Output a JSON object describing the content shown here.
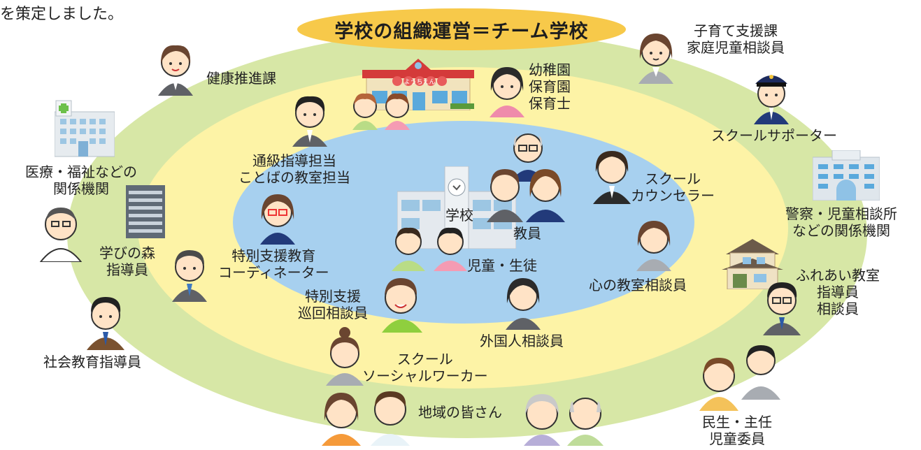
{
  "header": {
    "corner_text": "を策定しました。",
    "title": "学校の組織運営＝チーム学校"
  },
  "colors": {
    "outer_ring": "#d7e7a6",
    "middle_ring": "#fdf3a6",
    "inner": "#a7d0ef",
    "title_bg": "#f7c94a"
  },
  "center": {
    "school": "学校",
    "teachers": "教員",
    "students": "児童・生徒"
  },
  "labels": {
    "health": "健康推進課",
    "kindergarten": [
      "幼稚園",
      "保育園",
      "保育士"
    ],
    "childcare": [
      "子育て支援課",
      "家庭児童相談員"
    ],
    "school_supporter": "スクールサポーター",
    "police": [
      "警察・児童相談所",
      "などの関係機関"
    ],
    "fureai": [
      "ふれあい教室",
      "指導員",
      "相談員"
    ],
    "minsei": [
      "民生・主任",
      "児童委員"
    ],
    "community": "地域の皆さん",
    "social_worker": [
      "スクール",
      "ソーシャルワーカー"
    ],
    "social_edu": "社会教育指導員",
    "manabi": [
      "学びの森",
      "指導員"
    ],
    "medical": [
      "医療・福祉などの",
      "関係機関"
    ],
    "tsukyu": [
      "通級指導担当",
      "ことばの教室担当"
    ],
    "coordinator": [
      "特別支援教育",
      "コーディネーター"
    ],
    "junkai": [
      "特別支援",
      "巡回相談員"
    ],
    "foreign": "外国人相談員",
    "counselor": [
      "スクール",
      "カウンセラー"
    ],
    "kokoro": "心の教室相談員"
  },
  "kindergarten_sign": "ようちえん",
  "icons": [
    "hospital-icon",
    "office-building-icon",
    "police-building-icon",
    "house-icon",
    "school-building-icon",
    "kindergarten-icon",
    "clock-icon"
  ]
}
